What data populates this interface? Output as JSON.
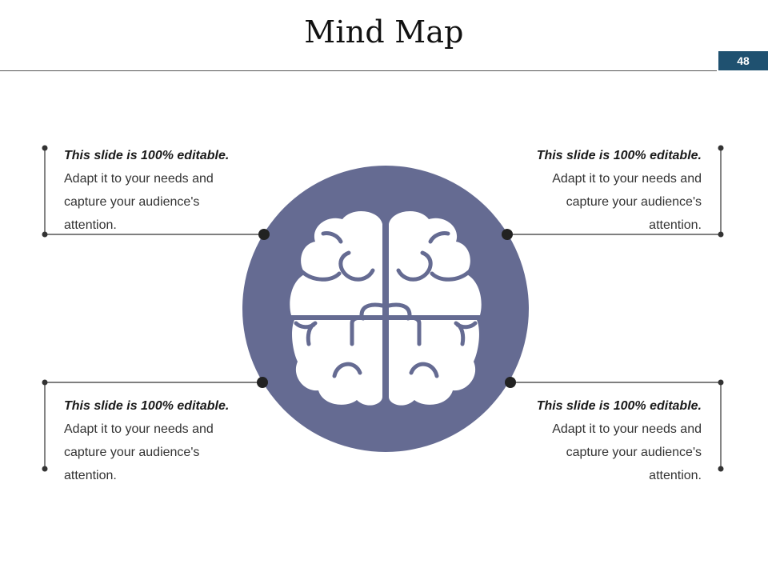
{
  "slide": {
    "title": "Mind Map",
    "page_number": "48"
  },
  "colors": {
    "circle": "#656b92",
    "badge": "#1f5170",
    "connector": "#333333",
    "icon": "#ffffff"
  },
  "diagram": {
    "center_icon": "brain-icon",
    "blocks": [
      {
        "heading": "This slide is 100% editable.",
        "line1": "Adapt it to your needs and",
        "line2": "capture your audience's",
        "line3": "attention."
      },
      {
        "heading": "This slide is 100% editable.",
        "line1": "Adapt it to your needs and",
        "line2": "capture your audience's",
        "line3": "attention."
      },
      {
        "heading": "This slide is 100% editable.",
        "line1": "Adapt it to your needs and",
        "line2": "capture your audience's",
        "line3": "attention."
      },
      {
        "heading": "This slide is 100% editable.",
        "line1": "Adapt it to your needs and",
        "line2": "capture your audience's",
        "line3": "attention."
      }
    ]
  }
}
